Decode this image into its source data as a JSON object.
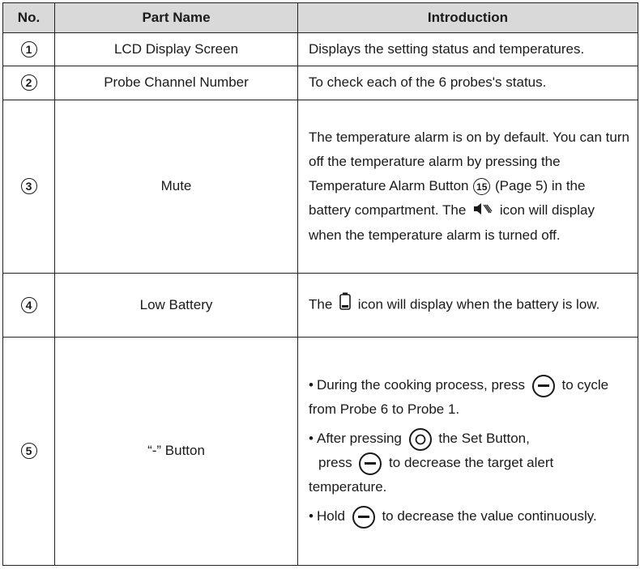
{
  "headers": {
    "no": "No.",
    "part_name": "Part Name",
    "introduction": "Introduction"
  },
  "rows": [
    {
      "num": "1",
      "name": "LCD Display Screen",
      "intro": "Displays the setting status and temperatures."
    },
    {
      "num": "2",
      "name": "Probe Channel Number",
      "intro": "To check each of the 6 probes's status."
    },
    {
      "num": "3",
      "name": "Mute",
      "intro_a": "The temperature alarm is on by default. You can turn off the temperature alarm by pressing the Temperature Alarm Button",
      "ref_num": "15",
      "intro_b": "(Page 5) in the battery compartment. The",
      "intro_c": "icon  will display when the temperature alarm is turned off."
    },
    {
      "num": "4",
      "name": "Low Battery",
      "intro_a": "The",
      "intro_b": "icon will display  when the battery is low."
    },
    {
      "num": "5",
      "name": "“-” Button",
      "b1_a": "During the cooking process, press",
      "b1_b": "to cycle from Probe 6 to Probe 1.",
      "b2_a": "After pressing",
      "b2_b": "the Set Button,",
      "b2_c": "press",
      "b2_d": "to decrease the target alert temperature.",
      "b3_a": "Hold",
      "b3_b": "to decrease the value continuously."
    }
  ],
  "icons": {
    "mute": "speaker-muted-icon",
    "battery": "low-battery-icon",
    "minus": "minus-button-icon",
    "set": "set-button-icon"
  }
}
